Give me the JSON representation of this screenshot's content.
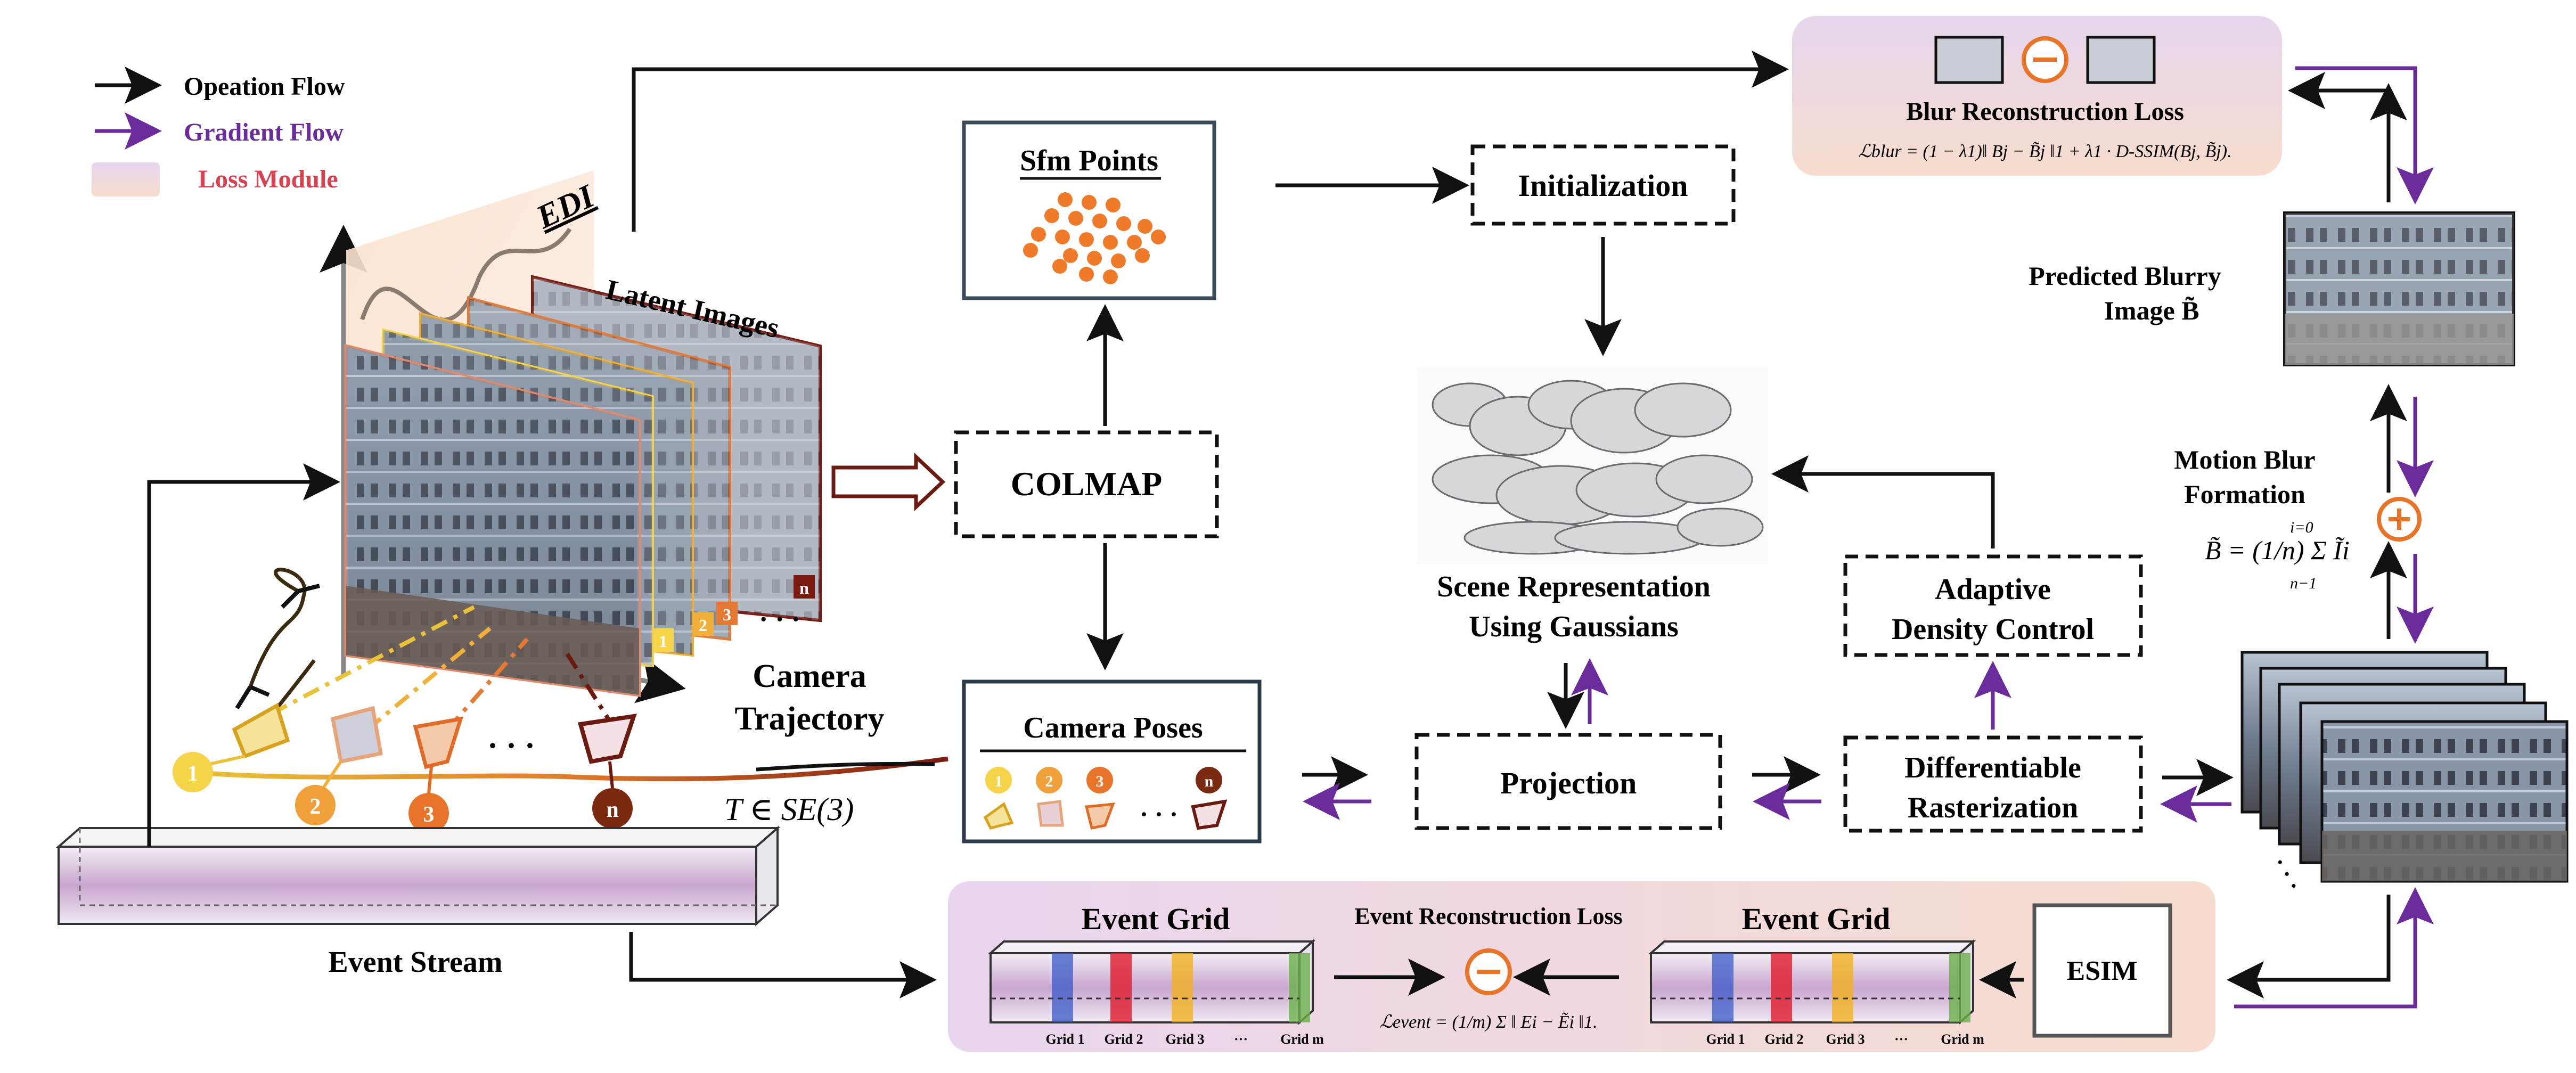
{
  "legend": {
    "operation": "Opeation Flow",
    "gradient": "Gradient Flow",
    "loss": "Loss Module"
  },
  "colors": {
    "arrow": "#111111",
    "gradient": "#6a2c9a",
    "loss_red": "#d94050",
    "orange": "#e8742a",
    "lossbox_top": "#e6d6ee",
    "lossbox_bottom": "#f7dccd"
  },
  "labels": {
    "edi": "EDI",
    "latent_images": "Latent Images",
    "camera_trajectory_1": "Camera",
    "camera_trajectory_2": "Trajectory",
    "trajectory_math": "T ∈ SE(3)",
    "event_stream": "Event Stream",
    "sfm_points": "Sfm Points",
    "initialization": "Initialization",
    "colmap": "COLMAP",
    "camera_poses": "Camera Poses",
    "scene_rep_1": "Scene Representation",
    "scene_rep_2": "Using Gaussians",
    "adaptive_1": "Adaptive",
    "adaptive_2": "Density Control",
    "projection": "Projection",
    "diff_1": "Differentiable",
    "diff_2": "Rasterization",
    "blur_loss_title": "Blur Reconstruction Loss",
    "blur_loss_formula": "ℒblur = (1 − λ1)‖ Bj − B̃j ‖1 + λ1 · D-SSIM(Bj, B̃j).",
    "predicted_1": "Predicted Blurry",
    "predicted_2": "Image B̃",
    "motion_1": "Motion Blur",
    "motion_2": "Formation",
    "motion_formula": "B̃ = (1/n) Σ Ĩi",
    "motion_sum_top": "i=0",
    "motion_sum_bottom": "n−1",
    "event_grid": "Event Grid",
    "event_loss_title": "Event Reconstruction Loss",
    "event_loss_formula": "ℒevent = (1/m) Σ ‖ Ei − Ẽi ‖1.",
    "esim": "ESIM",
    "dots": "· · ·"
  },
  "trajectory_nodes": [
    "1",
    "2",
    "3",
    "n"
  ],
  "pose_markers": [
    "1",
    "2",
    "3",
    "n"
  ],
  "frame_badges": [
    "1",
    "2",
    "3",
    "n"
  ],
  "grid_labels": [
    "Grid 1",
    "Grid 2",
    "Grid 3",
    "···",
    "Grid m"
  ]
}
